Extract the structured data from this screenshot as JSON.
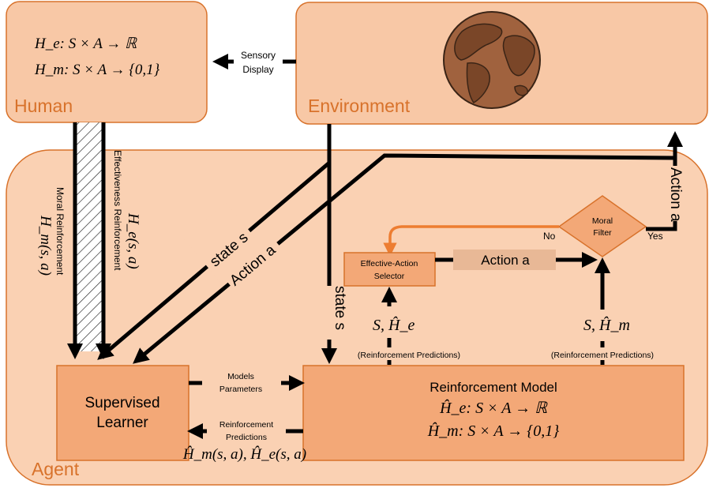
{
  "human": {
    "title": "Human",
    "formula_e": "H_e: S × A → ℝ",
    "formula_m": "H_m: S × A → {0,1}"
  },
  "environment": {
    "title": "Environment"
  },
  "agent": {
    "title": "Agent"
  },
  "sensory_display": {
    "line1": "Sensory",
    "line2": "Display"
  },
  "moral_reinforcement": {
    "line1": "Moral Reinforcement",
    "line2": "H_m(s, a)"
  },
  "effectiveness_reinforcement": {
    "line1": "Effectiveness Reinforcement",
    "line2": "H_e(s, a)"
  },
  "state_diag": "state s",
  "action_diag": "Action a",
  "state_vertical": "state s",
  "action_right": "Action a",
  "moral_filter": {
    "line1": "Moral",
    "line2": "Filter",
    "no": "No",
    "yes": "Yes"
  },
  "selector": {
    "line1": "Effective-Action",
    "line2": "Selector"
  },
  "action_mid": "Action a",
  "s_he": "S, Ĥ_e",
  "s_hm": "S, Ĥ_m",
  "reinf_pred_left": "(Reinforcement Predictions)",
  "reinf_pred_right": "(Reinforcement Predictions)",
  "supervised": {
    "line1": "Supervised",
    "line2": "Learner"
  },
  "models_params": {
    "line1": "Models",
    "line2": "Parameters"
  },
  "reinf_pred_bottom": {
    "line1": "Reinforcement",
    "line2": "Predictions"
  },
  "bottom_formula": "Ĥ_m(s, a), Ĥ_e(s, a)",
  "reinforcement_model": {
    "title": "Reinforcement Model",
    "formula_e": "Ĥ_e: S × A → ℝ",
    "formula_m": "Ĥ_m: S × A → {0,1}"
  },
  "colors": {
    "box_fill": "#f8c8a6",
    "box_stroke": "#d8722b",
    "agent_fill": "#fad1b3",
    "model_fill": "#f3a877",
    "accent": "#ed7d31"
  }
}
